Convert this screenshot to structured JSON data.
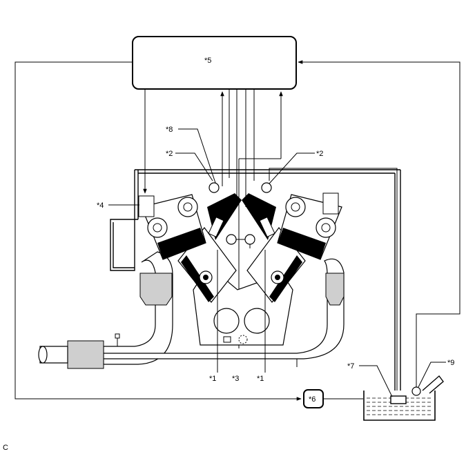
{
  "labels": {
    "ecm": "*5",
    "fuel_pump_ctrl": "*6",
    "fuel_sender": "*7",
    "sensor_8": "*8",
    "sensor_2_left": "*2",
    "sensor_2_right": "*2",
    "injector_4": "*4",
    "injector_1_left": "*1",
    "injector_1_right": "*1",
    "sensor_3": "*3",
    "fuel_cap_9": "*9"
  },
  "figure_code": "C"
}
